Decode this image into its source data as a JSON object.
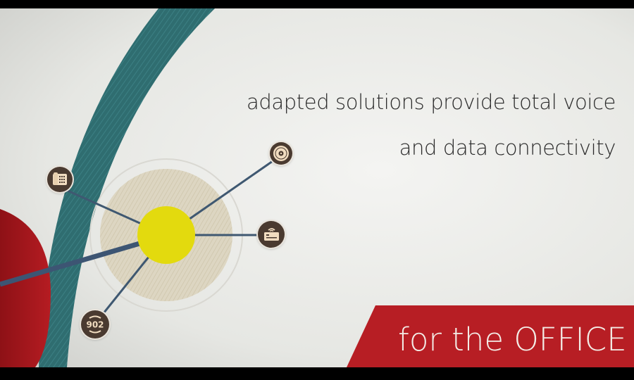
{
  "headline": {
    "line1": "adapted solutions provide total voice",
    "line2": "and data connectivity"
  },
  "banner": {
    "label": "for the OFFICE"
  },
  "hub": {
    "icons": [
      {
        "name": "telephone-icon"
      },
      {
        "name": "vinyl-record-icon"
      },
      {
        "name": "router-icon"
      },
      {
        "name": "number-902-icon",
        "label": "902"
      }
    ]
  },
  "colors": {
    "background": "#e9eae6",
    "teal_arc": "#2f6f72",
    "red": "#b71e24",
    "hub_yellow": "#e5dc10",
    "hub_ring": "#d9d2bd",
    "spoke": "#3f5871",
    "icon_fill": "#4a3a30",
    "icon_art": "#f1dcc0"
  }
}
